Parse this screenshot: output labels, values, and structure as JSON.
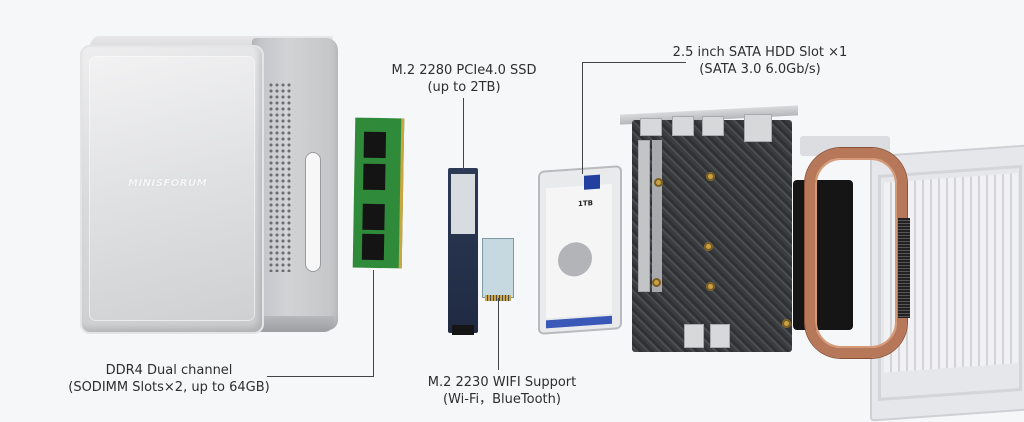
{
  "product": {
    "brand": "MINISFORUM",
    "description": "Exploded view of mini PC internal components"
  },
  "callouts": {
    "ssd": {
      "line1": "M.2 2280 PCIe4.0 SSD",
      "line2": "(up to 2TB)"
    },
    "hdd": {
      "line1": "2.5 inch SATA HDD Slot ×1",
      "line2": "(SATA 3.0 6.0Gb/s)"
    },
    "ram": {
      "line1": "DDR4 Dual channel",
      "line2": "(SODIMM Slots×2, up to 64GB)"
    },
    "wifi": {
      "line1": "M.2 2230 WIFI Support",
      "line2": "(Wi-Fi，BlueTooth)"
    }
  },
  "hdd_capacity": "1TB",
  "colors": {
    "background": "#f6f7f9",
    "text": "#2e2e2e",
    "leader_line": "#444444",
    "ram_pcb": "#2f8a3a",
    "heatpipe_copper": "#b7785a",
    "hdd_brand_blue": "#2140a0"
  }
}
